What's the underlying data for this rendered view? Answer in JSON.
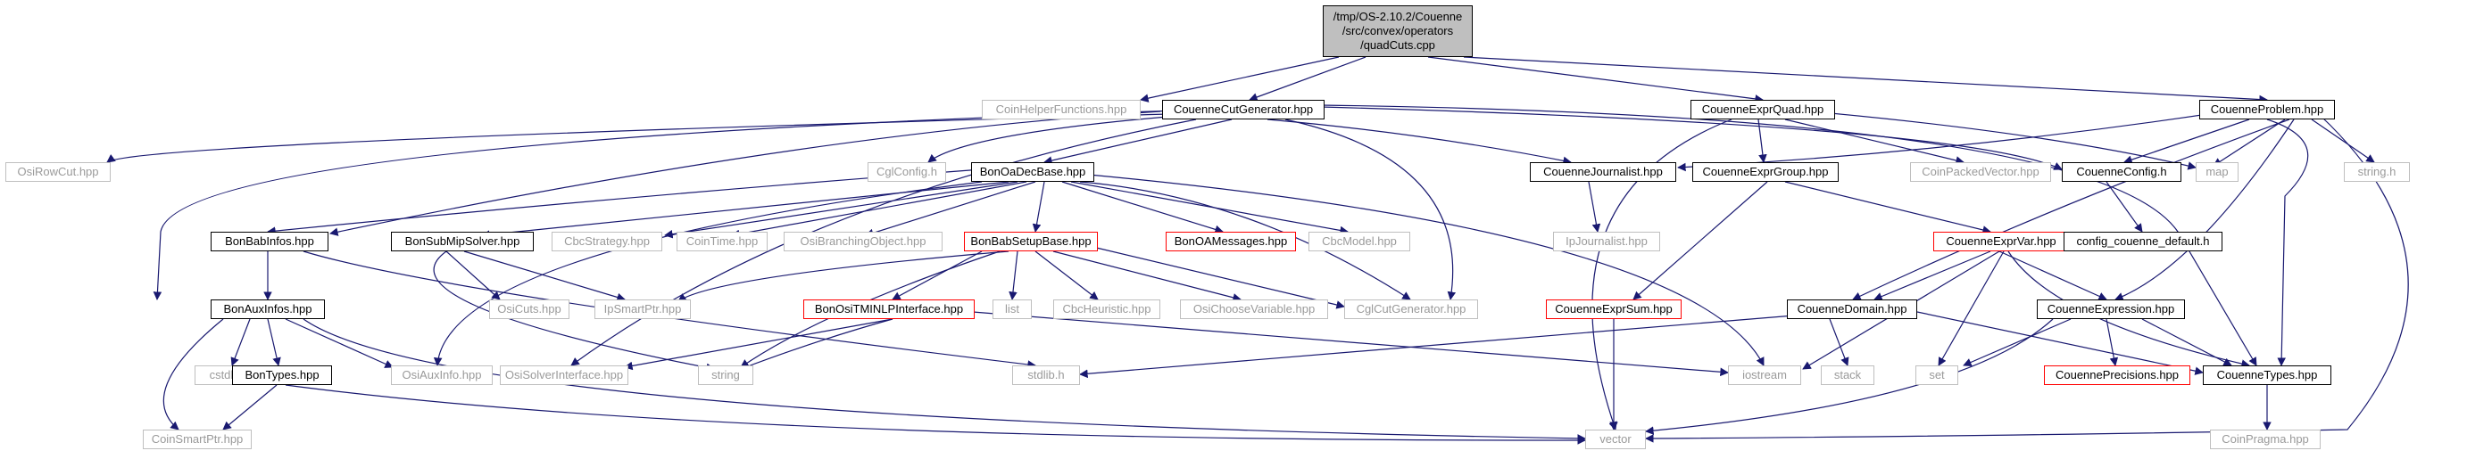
{
  "root_lines": [
    "/tmp/OS-2.10.2/Couenne",
    "/src/convex/operators",
    "/quadCuts.cpp"
  ],
  "nodes": {
    "coinhelper": "CoinHelperFunctions.hpp",
    "cutgen": "CouenneCutGenerator.hpp",
    "exprquad": "CouenneExprQuad.hpp",
    "problem": "CouenneProblem.hpp",
    "osirowcut": "OsiRowCut.hpp",
    "cglconfig": "CglConfig.h",
    "oadecbase": "BonOaDecBase.hpp",
    "journalist": "CouenneJournalist.hpp",
    "exprgroup": "CouenneExprGroup.hpp",
    "coinpacked": "CoinPackedVector.hpp",
    "config": "CouenneConfig.h",
    "map": "map",
    "stringh": "string.h",
    "babinfos": "BonBabInfos.hpp",
    "submip": "BonSubMipSolver.hpp",
    "cbcstrategy": "CbcStrategy.hpp",
    "cointime": "CoinTime.hpp",
    "osibranch": "OsiBranchingObject.hpp",
    "oamessages": "BonOAMessages.hpp",
    "cbcmodel": "CbcModel.hpp",
    "ipjournalist": "IpJournalist.hpp",
    "exprvar": "CouenneExprVar.hpp",
    "configdefault": "config_couenne_default.h",
    "auxinfos": "BonAuxInfos.hpp",
    "osicuts": "OsiCuts.hpp",
    "babsetup": "BonBabSetupBase.hpp",
    "ipsmartptr": "IpSmartPtr.hpp",
    "list": "list",
    "cbcheuristic": "CbcHeuristic.hpp",
    "osichoosevar": "OsiChooseVariable.hpp",
    "cglcutgen": "CglCutGenerator.hpp",
    "exprsum": "CouenneExprSum.hpp",
    "domain": "CouenneDomain.hpp",
    "expression": "CouenneExpression.hpp",
    "cstdlib": "cstdlib",
    "bontypes": "BonTypes.hpp",
    "osiauxinfo": "OsiAuxInfo.hpp",
    "osisolver": "OsiSolverInterface.hpp",
    "string": "string",
    "tminlp": "BonOsiTMINLPInterface.hpp",
    "stdlib": "stdlib.h",
    "iostream": "iostream",
    "stack": "stack",
    "set": "set",
    "precisions": "CouennePrecisions.hpp",
    "coupletypes": "CouenneTypes.hpp",
    "coinsmartptr": "CoinSmartPtr.hpp",
    "vector": "vector",
    "coinpragma": "CoinPragma.hpp"
  },
  "colors": {
    "edge": "#191970",
    "box_black": "#000000",
    "box_gray": "#bfbfbf",
    "box_red": "#ff0000",
    "root_fill": "#bfbfbf",
    "gray_text": "#9a9a9a"
  }
}
